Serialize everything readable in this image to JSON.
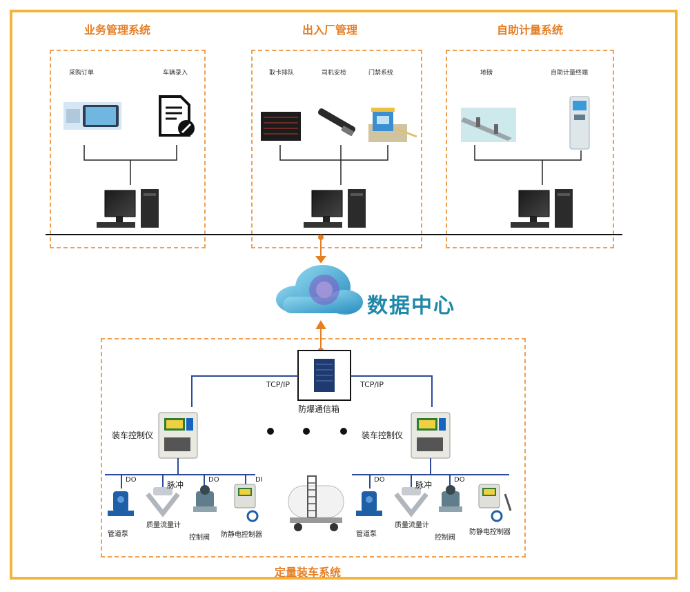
{
  "systems": {
    "business": {
      "title": "业务管理系统",
      "items": [
        "采购订单",
        "车辆录入"
      ]
    },
    "gate": {
      "title": "出入厂管理",
      "items": [
        "取卡排队",
        "司机安检",
        "门禁系统"
      ]
    },
    "metering": {
      "title": "自助计量系统",
      "items": [
        "地磅",
        "自助计量终端"
      ]
    }
  },
  "data_center": {
    "label": "数据中心"
  },
  "loading": {
    "title": "定量装车系统",
    "comm_box": "防爆通信箱",
    "protocol_left": "TCP/IP",
    "protocol_right": "TCP/IP",
    "controller_left": "装车控制仪",
    "controller_right": "装车控制仪",
    "signals_left": [
      "DO",
      "脉冲",
      "DO",
      "DI"
    ],
    "signals_right": [
      "DO",
      "脉冲",
      "DO"
    ],
    "devices_left": [
      "管道泵",
      "质量流量计",
      "控制阀",
      "防静电控制器"
    ],
    "devices_right": [
      "管道泵",
      "质量流量计",
      "控制阀",
      "防静电控制器"
    ]
  },
  "colors": {
    "frame": "#f2b53a",
    "title": "#e67e22",
    "dashed": "#f0a050",
    "bus": "#2c4a9a",
    "accent": "#1e88a8"
  }
}
